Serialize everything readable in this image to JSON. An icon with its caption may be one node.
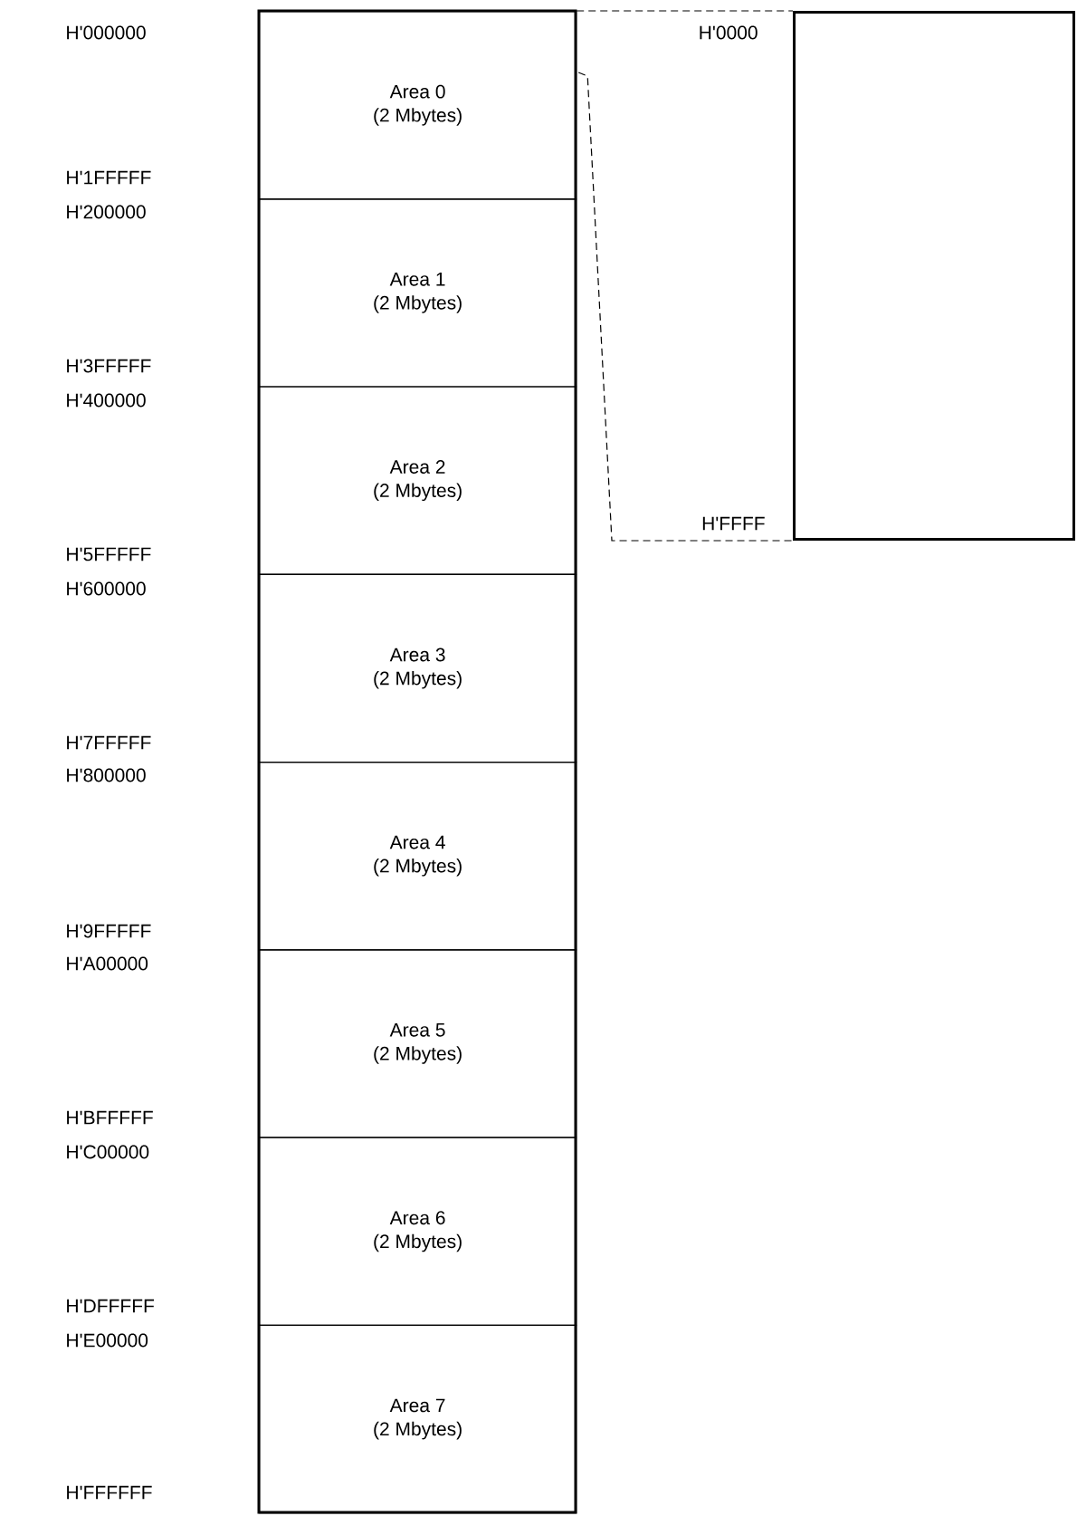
{
  "diagram": {
    "nodes": [
      {
        "text": [
          "Area 0",
          "(2 Mbytes)"
        ]
      },
      {
        "text": [
          "Area 1",
          "(2 Mbytes)"
        ]
      },
      {
        "text": [
          "Area 2",
          "(2 Mbytes)"
        ]
      },
      {
        "text": [
          "Area 3",
          "(2 Mbytes)"
        ]
      },
      {
        "text": [
          "Area 4",
          "(2 Mbytes)"
        ]
      },
      {
        "text": [
          "Area 5",
          "(2 Mbytes)"
        ]
      },
      {
        "text": [
          "Area 6",
          "(2 Mbytes)"
        ]
      },
      {
        "text": [
          "Area 7",
          "(2 Mbytes)"
        ]
      },
      {
        "text": [],
        "shape": "box"
      }
    ],
    "edges": [
      {
        "from": 0,
        "to": 8,
        "arrow": "none",
        "style": "dashed"
      },
      {
        "from": 0,
        "to": 8,
        "arrow": "none",
        "style": "dashed"
      }
    ],
    "labels": [
      "H'000000",
      "H'0000",
      "H'1FFFFF",
      "H'200000",
      "H'3FFFFF",
      "H'400000",
      "H'FFFF",
      "H'5FFFFF",
      "H'600000",
      "H'7FFFFF",
      "H'800000",
      "H'9FFFFF",
      "H'A00000",
      "H'BFFFFF",
      "H'C00000",
      "H'DFFFFF",
      "H'E00000",
      "H'FFFFFF"
    ]
  }
}
